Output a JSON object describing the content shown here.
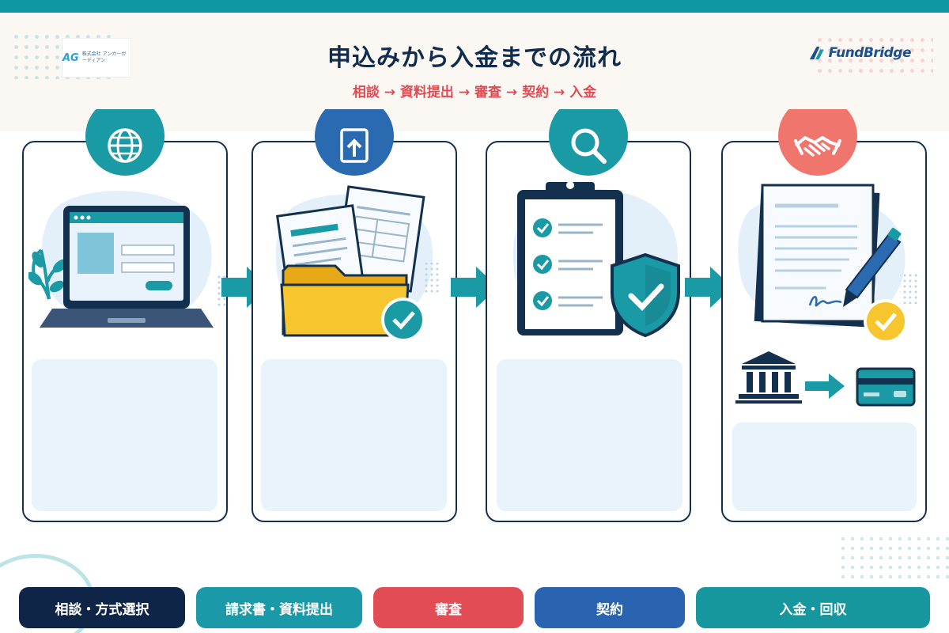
{
  "header": {
    "title": "申込みから入金までの流れ",
    "subtitle": "相談 → 資料提出 → 審査 → 契約 → 入金",
    "logo_left_mark": "AG",
    "logo_left_text": "株式会社 アンカーガーディアン",
    "logo_right_text": "FundBridge"
  },
  "steps": [
    {
      "icon": "globe-icon",
      "illustration": "laptop-form-icon",
      "color": "#1a9aa5"
    },
    {
      "icon": "upload-document-icon",
      "illustration": "folder-documents-icon",
      "color": "#2a6ab0"
    },
    {
      "icon": "search-icon",
      "illustration": "clipboard-checklist-icon",
      "color": "#1a9aa5"
    },
    {
      "icon": "handshake-icon",
      "illustration": "contract-signature-icon",
      "color": "#f0766d"
    }
  ],
  "buttons": [
    {
      "label": "相談・方式選択",
      "color": "#0f2547"
    },
    {
      "label": "請求書・資料提出",
      "color": "#1a9aa8"
    },
    {
      "label": "審査",
      "color": "#e24d55"
    },
    {
      "label": "契約",
      "color": "#2a63b0"
    },
    {
      "label": "入金・回収",
      "color": "#16979e"
    }
  ],
  "colors": {
    "teal": "#1a9aa5",
    "navy": "#14304f",
    "red": "#e04b53",
    "blue": "#2a6ab0",
    "yellow": "#f7c52e"
  }
}
